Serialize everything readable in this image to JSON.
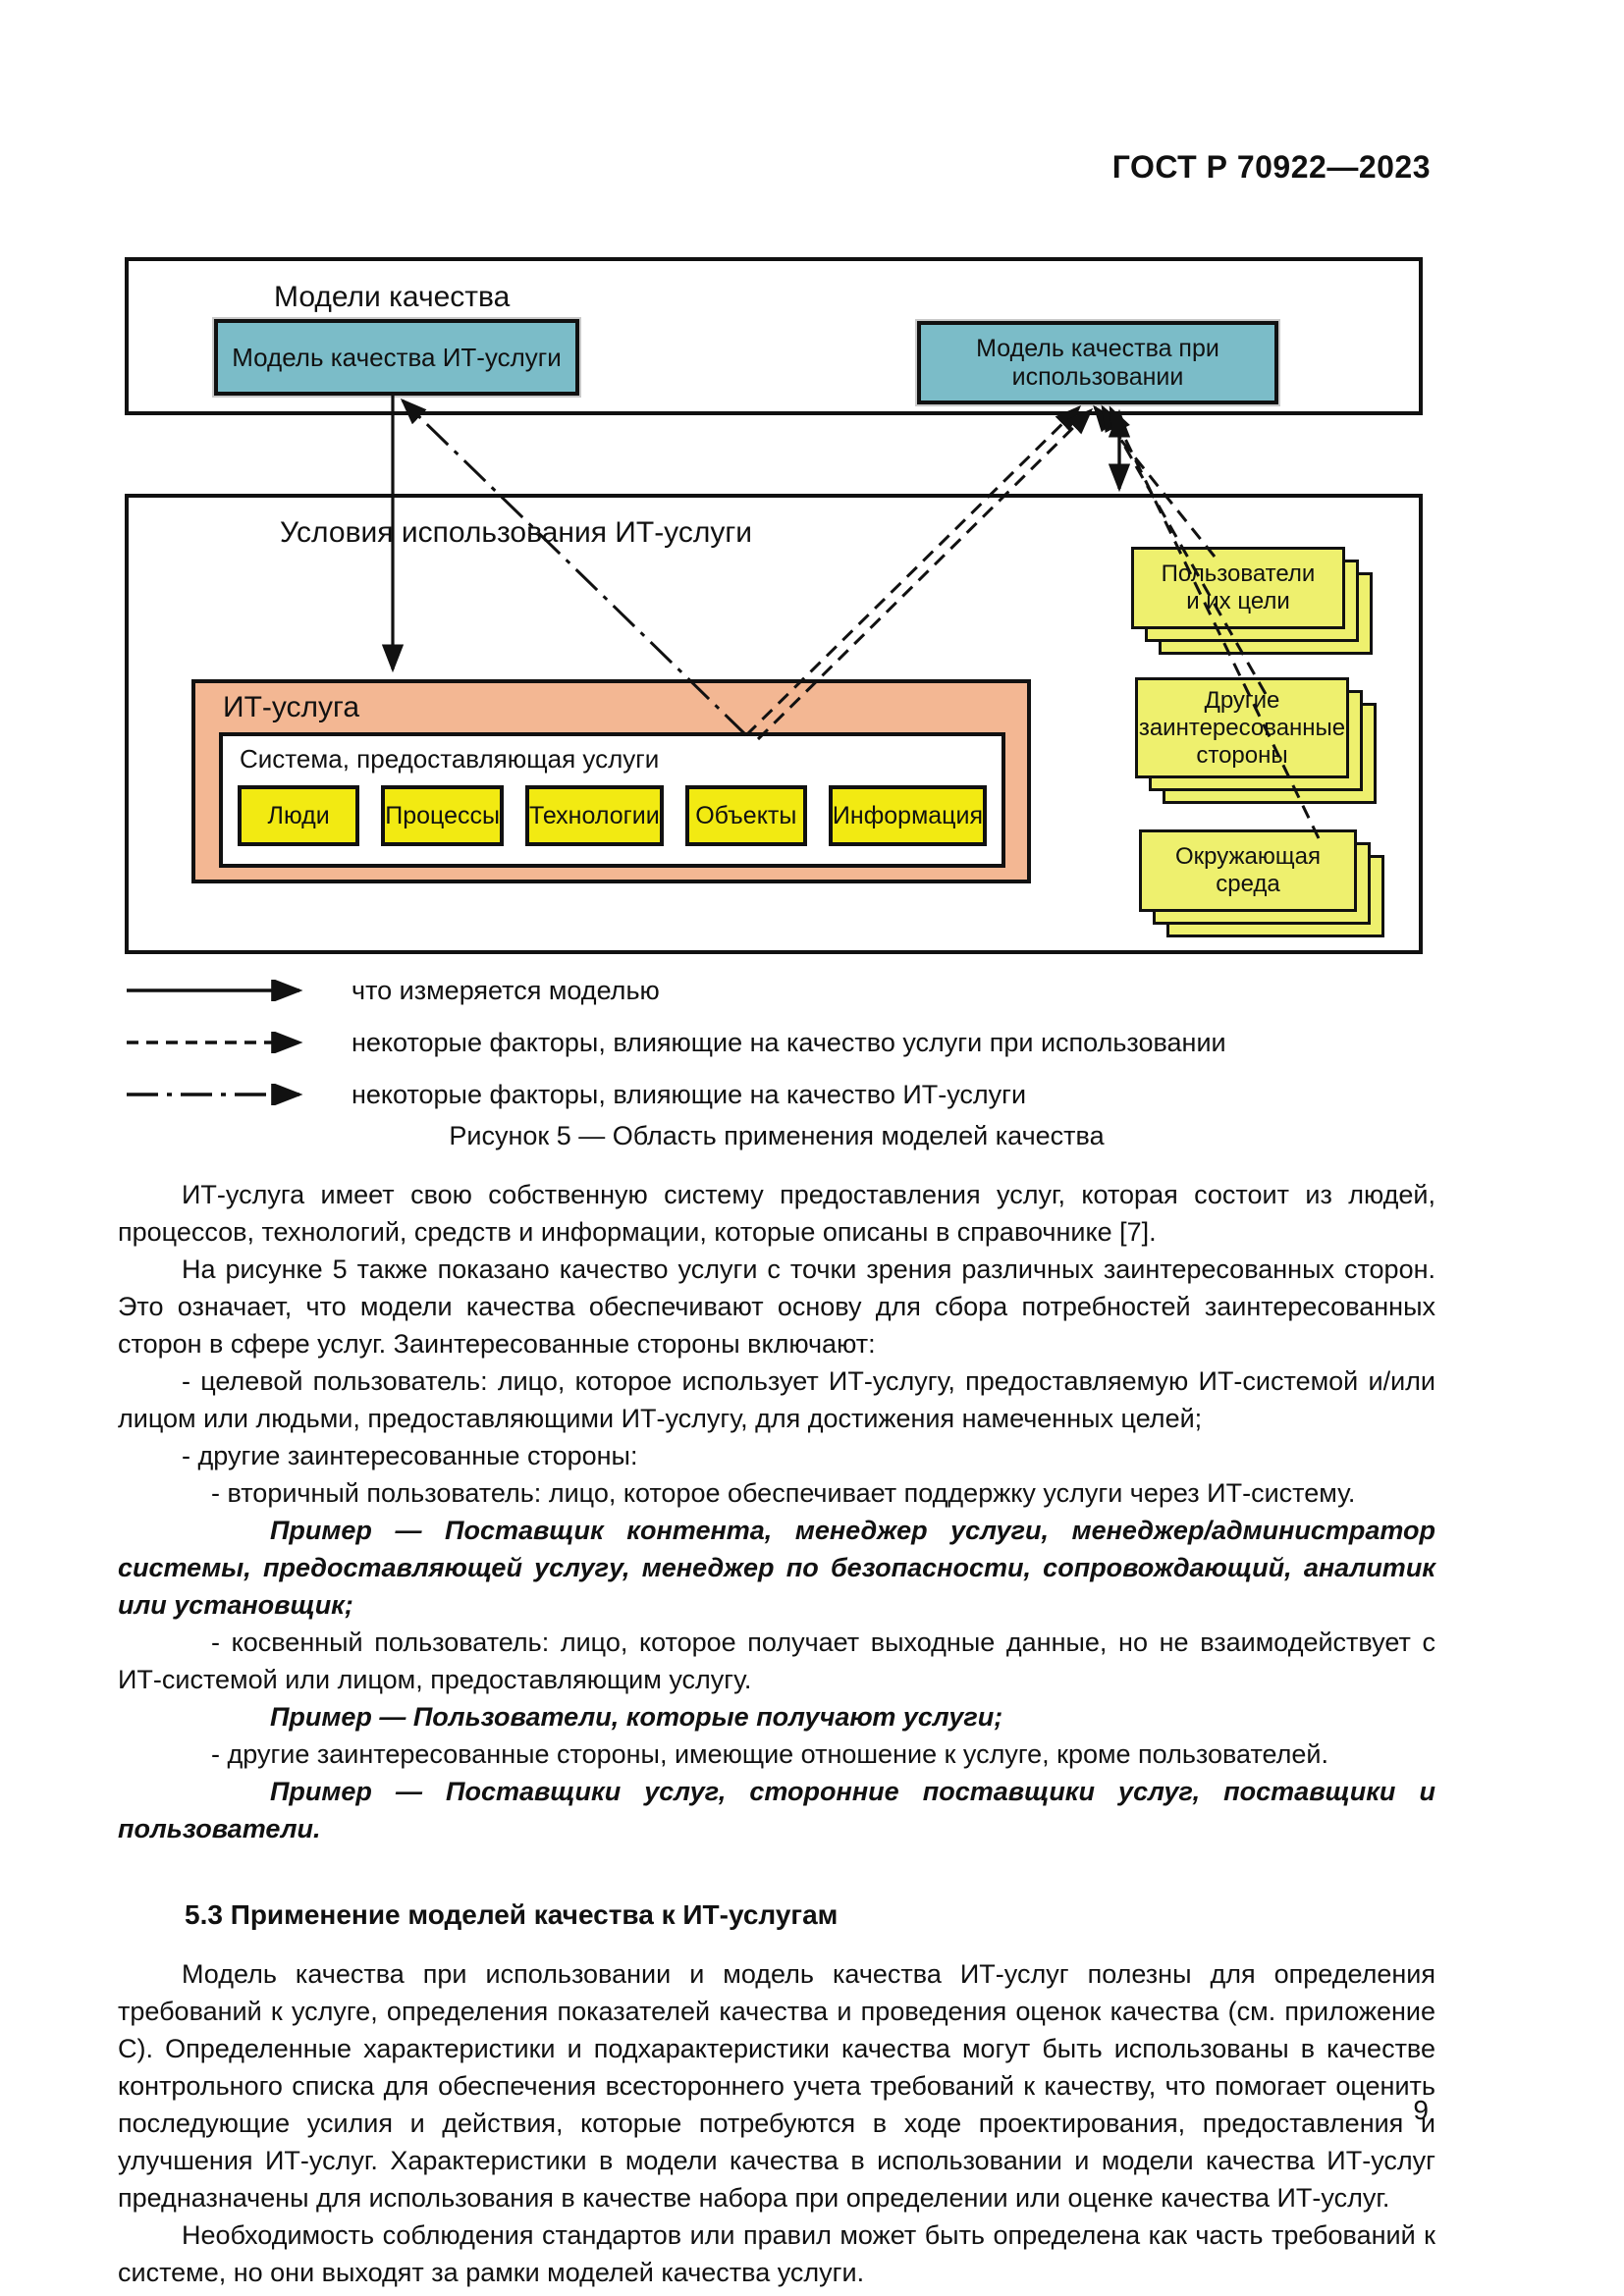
{
  "page": {
    "header": "ГОСТ Р 70922—2023",
    "number": "9"
  },
  "figure": {
    "models": {
      "title": "Модели качества",
      "it_service_model": "Модель качества ИТ-услуги",
      "quality_in_use_model": "Модель качества при использовании"
    },
    "conditions": {
      "title": "Условия использования ИТ-услуги"
    },
    "it_service": {
      "title": "ИТ-услуга",
      "system_title": "Система, предоставляющая услуги",
      "components": [
        "Люди",
        "Процессы",
        "Технологии",
        "Объекты",
        "Информация"
      ]
    },
    "stakeholders": [
      {
        "label": "Пользователи\nи их цели"
      },
      {
        "label": "Другие\nзаинтересованные\nстороны"
      },
      {
        "label": "Окружающая среда"
      }
    ],
    "legend": [
      {
        "style": "solid",
        "label": "что измеряется моделью"
      },
      {
        "style": "dashed",
        "label": "некоторые факторы, влияющие на качество услуги при использовании"
      },
      {
        "style": "dashdot",
        "label": "некоторые факторы, влияющие на качество ИТ-услуги"
      }
    ],
    "caption": "Рисунок 5 — Область применения моделей качества"
  },
  "content": {
    "p1": "ИТ-услуга имеет свою собственную систему предоставления услуг, которая состоит из людей, процессов, технологий, средств и информации, которые описаны в справочнике [7].",
    "p2": "На рисунке 5 также показано качество услуги с точки зрения различных заинтересованных сторон. Это означает, что модели качества обеспечивают основу для сбора потребностей заинтересованных сторон в сфере услуг. Заинтересованные стороны включают:",
    "bullets": {
      "target_user": "- целевой пользователь: лицо, которое использует ИТ-услугу, предоставляемую ИТ-системой и/или лицом или людьми, предоставляющими ИТ-услугу, для достижения намеченных целей;",
      "other_stakeholders": "- другие заинтересованные стороны:",
      "secondary_user": "- вторичный пользователь: лицо, которое обеспечивает поддержку услуги через ИТ-систему.",
      "indirect_user": "- косвенный пользователь: лицо, которое получает выходные данные, но не взаимодействует с ИТ-системой или лицом, предоставляющим услугу.",
      "other_stakeholders2": "- другие заинтересованные стороны, имеющие отношение к услуге, кроме пользователей."
    },
    "examples": {
      "ex1": "Пример — Поставщик контента, менеджер услуги, менеджер/администратор системы, предоставляющей услугу, менеджер по безопасности, сопровождающий, аналитик или установщик;",
      "ex2": "Пример — Пользователи, которые получают услуги;",
      "ex3": "Пример — Поставщики услуг, сторонние поставщики услуг, поставщики и пользователи."
    }
  },
  "section_5_3": {
    "heading": "5.3 Применение моделей качества к ИТ-услугам",
    "p1": "Модель качества при использовании и модель качества ИТ-услуг полезны для определения требований к услуге, определения показателей качества и проведения оценок качества (см. приложение С). Определенные характеристики и подхарактеристики качества могут быть использованы в качестве контрольного списка для обеспечения всестороннего учета требований к качеству, что помогает оценить последующие усилия и действия, которые потребуются в ходе проектирования, предоставления и улучшения ИТ-услуг. Характеристики в модели качества в использовании и модели качества ИТ-услуг предназначены для использования в качестве набора при определении или оценке качества ИТ-услуг.",
    "p2": "Необходимость соблюдения стандартов или правил может быть определена как часть требований к системе, но они выходят за рамки моделей качества услуги."
  },
  "colors": {
    "teal": "#7bbcc8",
    "salmon": "#f3b793",
    "yellow-bright": "#f2ea12",
    "yellow-soft": "#eef06e",
    "ink": "#111111"
  }
}
